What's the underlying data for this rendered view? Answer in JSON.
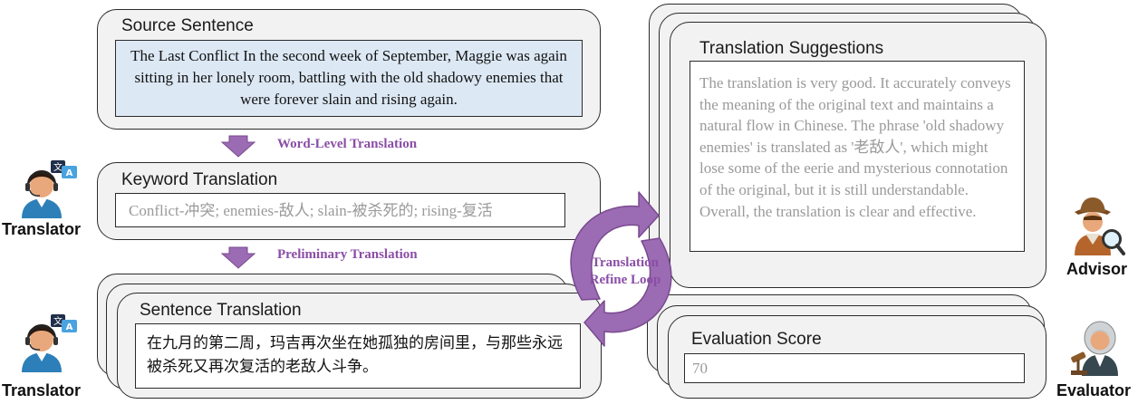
{
  "source": {
    "title": "Source Sentence",
    "text": "The Last Conflict In the second week of September, Maggie was again sitting in her lonely room, battling with the old shadowy enemies that were forever slain and rising again."
  },
  "step1": {
    "label": "Word-Level Translation"
  },
  "keyword": {
    "title": "Keyword Translation",
    "text": "Conflict-冲突; enemies-敌人; slain-被杀死的; rising-复活"
  },
  "step2": {
    "label": "Preliminary Translation"
  },
  "sentence": {
    "title": "Sentence Translation",
    "text": "在九月的第二周，玛吉再次坐在她孤独的房间里，与那些永远被杀死又再次复活的老敌人斗争。"
  },
  "loop": {
    "line1": "Translation",
    "line2": "Refine Loop"
  },
  "suggestions": {
    "title": "Translation Suggestions",
    "text": "The translation is very good. It accurately conveys the meaning of the original text and maintains a natural flow in Chinese. The phrase 'old shadowy enemies' is translated as '老敌人', which might lose some of the eerie and mysterious connotation of the original, but it is still understandable. Overall, the translation is clear and effective."
  },
  "evaluation": {
    "title": "Evaluation Score",
    "score": "70"
  },
  "roles": {
    "translator_top": "Translator",
    "translator_bottom": "Translator",
    "advisor": "Advisor",
    "evaluator": "Evaluator"
  },
  "colors": {
    "accent_purple": "#8b4ea6",
    "arrow_fill": "#9b6bb3",
    "card_bg": "#f2f2f2",
    "source_bg": "#dce8f4"
  },
  "icons": [
    "translator-icon",
    "advisor-icon",
    "evaluator-icon",
    "down-arrow-icon",
    "refine-loop-arrows-icon"
  ]
}
